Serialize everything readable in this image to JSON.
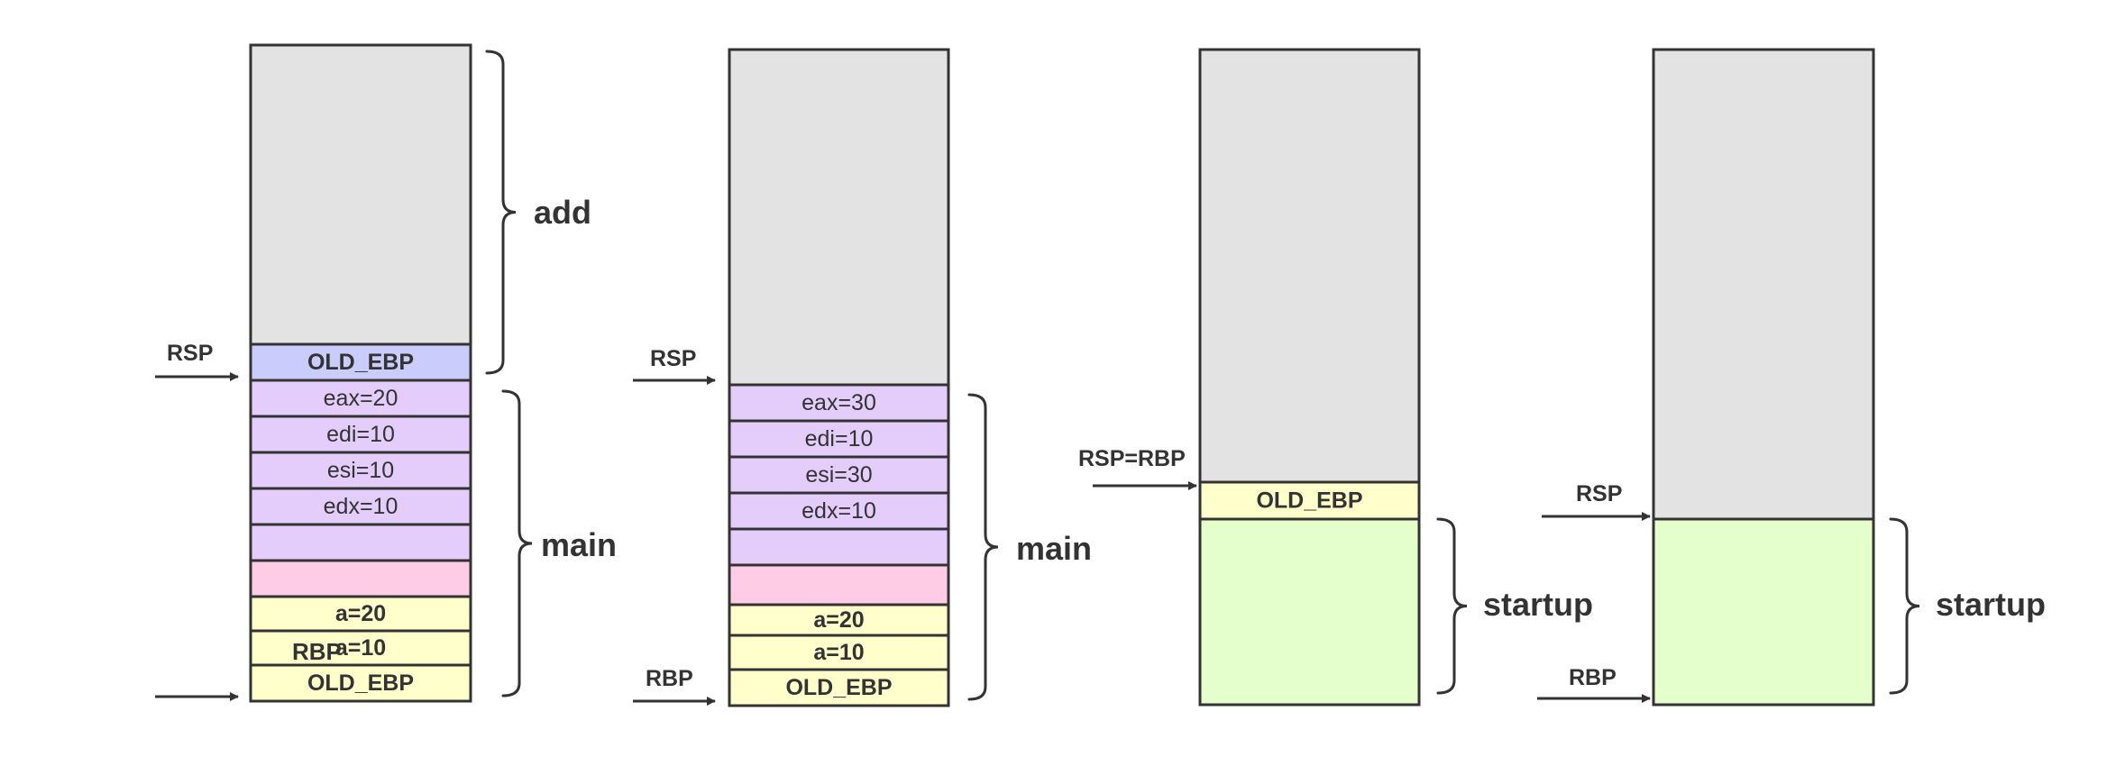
{
  "colors": {
    "empty": "#E3E3E3",
    "old_ebp_blue": "#CACCFB",
    "register": "#E4CCFB",
    "pink": "#FFCCE6",
    "local": "#FFFFCC",
    "startup": "#E5FFCC",
    "stroke": "#333333"
  },
  "stacks": [
    {
      "id": "stack1",
      "cells": [
        {
          "text": "",
          "fill": "empty",
          "bold": false
        },
        {
          "text": "OLD_EBP",
          "fill": "old_ebp_blue",
          "bold": true
        },
        {
          "text": "eax=20",
          "fill": "register",
          "bold": false
        },
        {
          "text": "edi=10",
          "fill": "register",
          "bold": false
        },
        {
          "text": "esi=10",
          "fill": "register",
          "bold": false
        },
        {
          "text": "edx=10",
          "fill": "register",
          "bold": false
        },
        {
          "text": "",
          "fill": "register",
          "bold": false
        },
        {
          "text": "",
          "fill": "pink",
          "bold": false
        },
        {
          "text": "a=20",
          "fill": "local",
          "bold": true
        },
        {
          "text": "a=10",
          "fill": "local",
          "bold": true
        },
        {
          "text": "OLD_EBP",
          "fill": "local",
          "bold": true
        }
      ],
      "braces": [
        {
          "label": "add"
        },
        {
          "label": "main"
        }
      ],
      "pointers": [
        {
          "label": "RSP"
        },
        {
          "label": ""
        }
      ],
      "overlays": [
        {
          "text": "RBP"
        }
      ]
    },
    {
      "id": "stack2",
      "cells": [
        {
          "text": "",
          "fill": "empty",
          "bold": false
        },
        {
          "text": "eax=30",
          "fill": "register",
          "bold": false
        },
        {
          "text": "edi=10",
          "fill": "register",
          "bold": false
        },
        {
          "text": "esi=30",
          "fill": "register",
          "bold": false
        },
        {
          "text": "edx=10",
          "fill": "register",
          "bold": false
        },
        {
          "text": "",
          "fill": "register",
          "bold": false
        },
        {
          "text": "",
          "fill": "pink",
          "bold": false
        },
        {
          "text": "a=20",
          "fill": "local",
          "bold": true
        },
        {
          "text": "a=10",
          "fill": "local",
          "bold": true
        },
        {
          "text": "OLD_EBP",
          "fill": "local",
          "bold": true
        }
      ],
      "braces": [
        {
          "label": "main"
        }
      ],
      "pointers": [
        {
          "label": "RSP"
        },
        {
          "label": "RBP"
        }
      ],
      "overlays": []
    },
    {
      "id": "stack3",
      "cells": [
        {
          "text": "",
          "fill": "empty",
          "bold": false
        },
        {
          "text": "OLD_EBP",
          "fill": "local",
          "bold": true
        },
        {
          "text": "",
          "fill": "startup",
          "bold": false
        }
      ],
      "braces": [
        {
          "label": "startup"
        }
      ],
      "pointers": [
        {
          "label": "RSP=RBP"
        }
      ],
      "overlays": []
    },
    {
      "id": "stack4",
      "cells": [
        {
          "text": "",
          "fill": "empty",
          "bold": false
        },
        {
          "text": "",
          "fill": "startup",
          "bold": false
        }
      ],
      "braces": [
        {
          "label": "startup"
        }
      ],
      "pointers": [
        {
          "label": "RSP"
        },
        {
          "label": "RBP"
        }
      ],
      "overlays": []
    }
  ]
}
